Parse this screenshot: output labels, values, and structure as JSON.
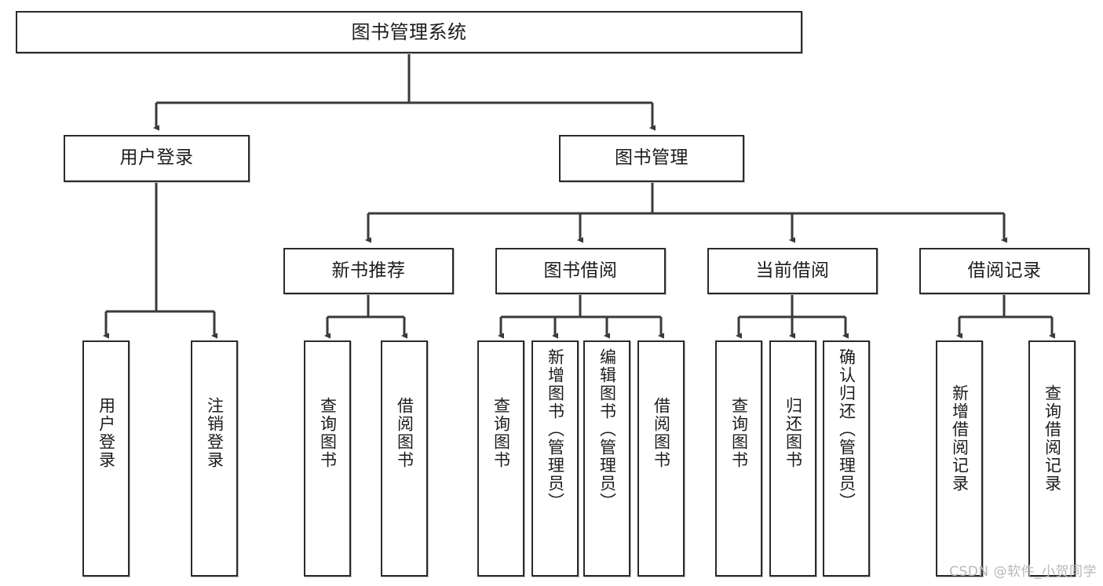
{
  "diagram": {
    "type": "tree",
    "title": "图书管理系统",
    "orientation": "top-down",
    "watermark": "CSDN @软件_小贺同学",
    "colors": {
      "box_border": "#2b2b2b",
      "box_fill": "#ffffff",
      "edge": "#3a3a3a",
      "text": "#1c1c1c",
      "watermark": "#b8b8b8",
      "background": "#ffffff"
    },
    "root": {
      "id": "root",
      "label": "图书管理系统"
    },
    "level2": [
      {
        "id": "l2-user-login",
        "label": "用户登录"
      },
      {
        "id": "l2-book-manage",
        "label": "图书管理"
      }
    ],
    "level3": [
      {
        "id": "l3-new-book-rec",
        "label": "新书推荐",
        "parent": "l2-book-manage"
      },
      {
        "id": "l3-book-borrow",
        "label": "图书借阅",
        "parent": "l2-book-manage"
      },
      {
        "id": "l3-current-borrow",
        "label": "当前借阅",
        "parent": "l2-book-manage"
      },
      {
        "id": "l3-borrow-record",
        "label": "借阅记录",
        "parent": "l2-book-manage"
      }
    ],
    "leaves": [
      {
        "id": "leaf-user-login",
        "label": "用户登录",
        "parent": "l2-user-login"
      },
      {
        "id": "leaf-logout-login",
        "label": "注销登录",
        "parent": "l2-user-login"
      },
      {
        "id": "leaf-query-book-rec",
        "label": "查询图书",
        "parent": "l3-new-book-rec"
      },
      {
        "id": "leaf-borrow-book-rec",
        "label": "借阅图书",
        "parent": "l3-new-book-rec"
      },
      {
        "id": "leaf-query-book-borrow",
        "label": "查询图书",
        "parent": "l3-book-borrow"
      },
      {
        "id": "leaf-add-book-admin",
        "label": "新增图书（管理员）",
        "parent": "l3-book-borrow"
      },
      {
        "id": "leaf-edit-book-admin",
        "label": "编辑图书（管理员）",
        "parent": "l3-book-borrow"
      },
      {
        "id": "leaf-borrow-book",
        "label": "借阅图书",
        "parent": "l3-book-borrow"
      },
      {
        "id": "leaf-query-book-current",
        "label": "查询图书",
        "parent": "l3-current-borrow"
      },
      {
        "id": "leaf-return-book",
        "label": "归还图书",
        "parent": "l3-current-borrow"
      },
      {
        "id": "leaf-confirm-return-admin",
        "label": "确认归还（管理员）",
        "parent": "l3-current-borrow"
      },
      {
        "id": "leaf-add-borrow-record",
        "label": "新增借阅记录",
        "parent": "l3-borrow-record"
      },
      {
        "id": "leaf-query-borrow-record",
        "label": "查询借阅记录",
        "parent": "l3-borrow-record"
      }
    ]
  }
}
